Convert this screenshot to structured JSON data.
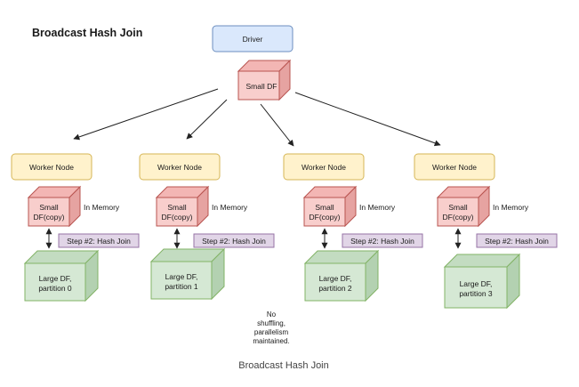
{
  "title": "Broadcast Hash Join",
  "caption": "Broadcast Hash Join",
  "driver": {
    "label": "Driver"
  },
  "small_df": {
    "label": "Small DF"
  },
  "note": {
    "lines": [
      "No",
      "shuffling,",
      "parallelism",
      "maintained."
    ]
  },
  "workers": [
    {
      "node_label": "Worker Node",
      "copy_lines": [
        "Small",
        "DF(copy)"
      ],
      "memory_label": "In Memory",
      "step_label": "Step #2: Hash Join",
      "large_lines": [
        "Large DF,",
        "partition 0"
      ]
    },
    {
      "node_label": "Worker Node",
      "copy_lines": [
        "Small",
        "DF(copy)"
      ],
      "memory_label": "In Memory",
      "step_label": "Step #2: Hash Join",
      "large_lines": [
        "Large DF,",
        "partition 1"
      ]
    },
    {
      "node_label": "Worker Node",
      "copy_lines": [
        "Small",
        "DF(copy)"
      ],
      "memory_label": "In Memory",
      "step_label": "Step #2: Hash Join",
      "large_lines": [
        "Large DF,",
        "partition 2"
      ]
    },
    {
      "node_label": "Worker Node",
      "copy_lines": [
        "Small",
        "DF(copy)"
      ],
      "memory_label": "In Memory",
      "step_label": "Step #2: Hash Join",
      "large_lines": [
        "Large DF,",
        "partition 3"
      ]
    }
  ],
  "colors": {
    "driver_fill": "#dae8fc",
    "driver_stroke": "#6c8ebf",
    "red_front": "#f8cecc",
    "red_top": "#f3b6b4",
    "red_side": "#e6a3a1",
    "red_stroke": "#b85450",
    "worker_fill": "#fff2cc",
    "worker_stroke": "#d6b656",
    "step_fill": "#e1d5e7",
    "step_stroke": "#9673a6",
    "green_front": "#d5e8d4",
    "green_top": "#c3dcc1",
    "green_side": "#b3d1b1",
    "green_stroke": "#82b366",
    "arrow": "#222222"
  }
}
